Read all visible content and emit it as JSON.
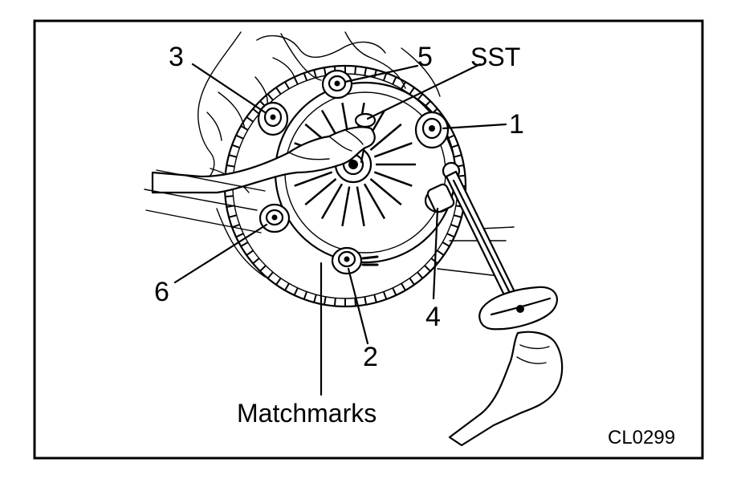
{
  "labels": {
    "bolt_1": "1",
    "bolt_2": "2",
    "bolt_3": "3",
    "bolt_4": "4",
    "bolt_5": "5",
    "bolt_6": "6",
    "tool": "SST",
    "marks": "Matchmarks",
    "figure_code": "CL0299"
  }
}
